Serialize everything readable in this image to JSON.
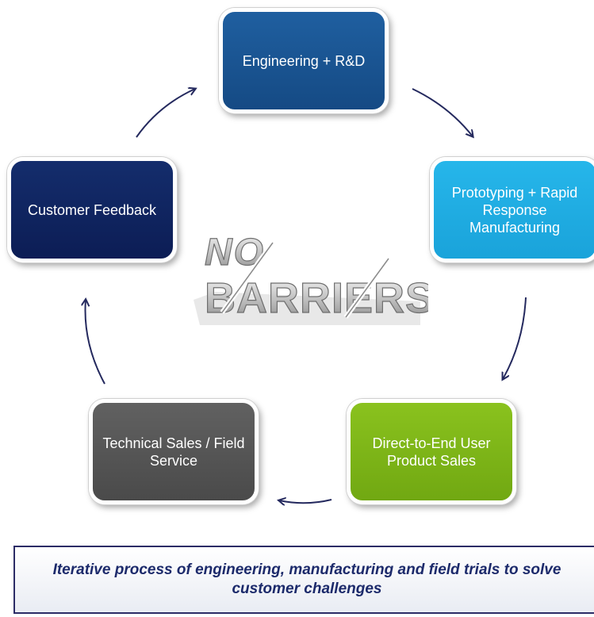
{
  "nodes": {
    "engineering": "Engineering + R&D",
    "prototyping": "Prototyping + Rapid Response Manufacturing",
    "direct_sales": "Direct-to-End User Product Sales",
    "technical_sales": "Technical Sales / Field Service",
    "customer_feedback": "Customer Feedback"
  },
  "logo": {
    "line1": "NO",
    "line2": "BARRIERS"
  },
  "caption": "Iterative process of engineering, manufacturing and field trials to solve customer challenges",
  "colors": {
    "engineering": "#1a5594",
    "prototyping": "#22acE2",
    "direct_sales": "#7db617",
    "technical_sales": "#565656",
    "customer_feedback": "#102562",
    "arrow": "#24295e",
    "caption_text": "#1c2a6b"
  }
}
